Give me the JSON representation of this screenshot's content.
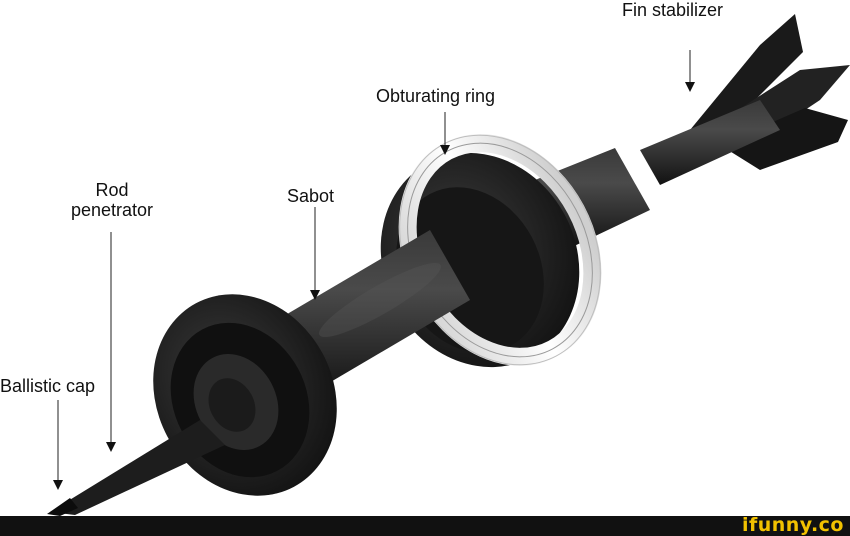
{
  "labels": {
    "fin_stabilizer": "Fin stabilizer",
    "obturating_ring": "Obturating ring",
    "rod_penetrator_line1": "Rod",
    "rod_penetrator_line2": "penetrator",
    "sabot": "Sabot",
    "ballistic_cap": "Ballistic cap"
  },
  "footer": {
    "watermark": "ifunny.co"
  },
  "colors": {
    "body": "#1c1c1c",
    "highlight": "#5a5a5a",
    "ring": "#f2f2f2",
    "leader_line": "#222222",
    "footer_bg": "#111111",
    "watermark": "#f2c200"
  }
}
